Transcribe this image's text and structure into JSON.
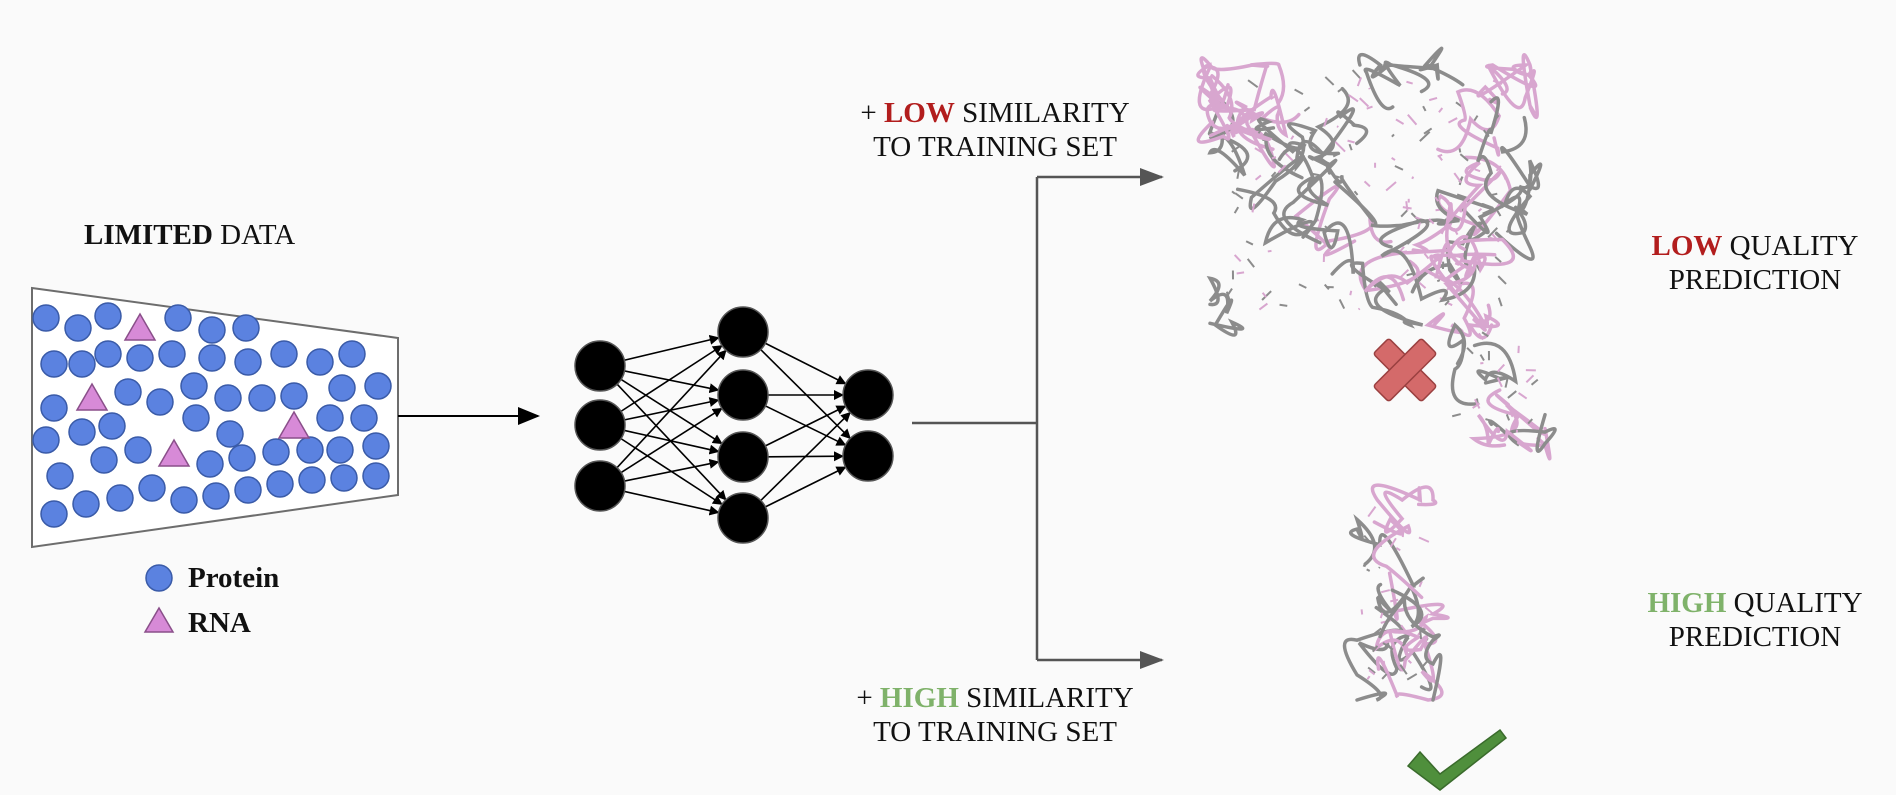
{
  "left_panel": {
    "title_bold": "LIMITED",
    "title_rest": " DATA",
    "legend": [
      {
        "shape": "circle",
        "color": "#5b82e0",
        "label": "Protein"
      },
      {
        "shape": "triangle",
        "color": "#d78ad7",
        "label": "RNA"
      }
    ]
  },
  "branches": {
    "low": {
      "line1_prefix": "+ ",
      "line1_keyword": "LOW",
      "line1_suffix": " SIMILARITY",
      "line2": "TO TRAINING SET",
      "result_keyword": "LOW",
      "result_suffix": " QUALITY",
      "result_line2": "PREDICTION",
      "marker_icon": "cross-icon"
    },
    "high": {
      "line1_prefix": "+ ",
      "line1_keyword": "HIGH",
      "line1_suffix": " SIMILARITY",
      "line2": "TO TRAINING SET",
      "result_keyword": "HIGH",
      "result_suffix": " QUALITY",
      "result_line2": "PREDICTION",
      "marker_icon": "check-icon"
    }
  },
  "colors": {
    "protein": "#5b82e0",
    "rna": "#d78ad7",
    "low": "#b21d1d",
    "high": "#7fb26a",
    "cross": "#d46a6a",
    "check": "#4f8f3c",
    "structure_pink": "#d8a6cf",
    "structure_gray": "#8c8c8c"
  }
}
